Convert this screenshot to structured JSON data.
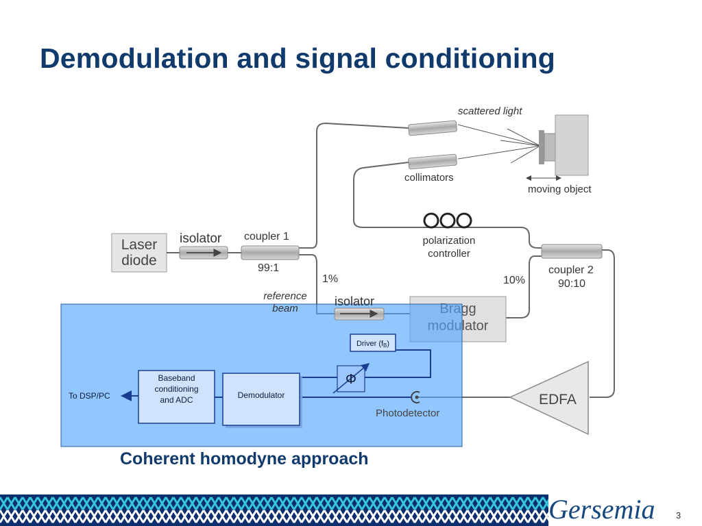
{
  "slide": {
    "title": "Demodulation and signal conditioning",
    "caption": "Coherent homodyne approach",
    "page_number": "3",
    "brand": "Gersemia"
  },
  "diagram": {
    "laser_diode": "Laser diode",
    "isolator_1": "isolator",
    "coupler_1": "coupler 1",
    "coupler_1_ratio": "99:1",
    "scattered_light": "scattered light",
    "collimators": "collimators",
    "moving_object": "moving object",
    "polarization_controller": "polarization controller",
    "coupler_2": "coupler 2",
    "coupler_2_ratio": "90:10",
    "pct_1": "1%",
    "pct_10": "10%",
    "reference_beam": "reference beam",
    "isolator_2": "isolator",
    "bragg_modulator": "Bragg modulator",
    "edfa": "EDFA",
    "photodetector": "Photodetector",
    "driver": "Driver (f",
    "driver_sub": "B",
    "driver_close": ")",
    "phase_symbol": "Φ",
    "demodulator": "Demodulator",
    "baseband": "Baseband conditioning and ADC",
    "to_dsp": "To DSP/PC"
  },
  "colors": {
    "title": "#0f3a6b",
    "overlay": "#4da3ff",
    "block_border": "#1a3d8f"
  }
}
